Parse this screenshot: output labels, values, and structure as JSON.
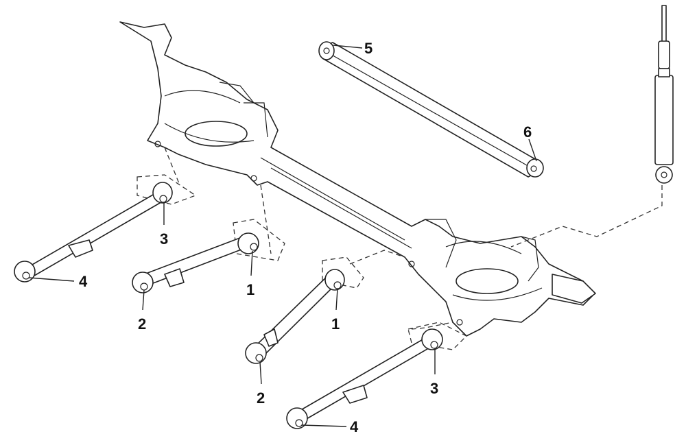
{
  "diagram": {
    "title": "Rear suspension parts",
    "callouts": [
      {
        "number": "5"
      },
      {
        "number": "6"
      },
      {
        "number": "3"
      },
      {
        "number": "4"
      },
      {
        "number": "1"
      },
      {
        "number": "2"
      },
      {
        "number": "1"
      },
      {
        "number": "2"
      },
      {
        "number": "3"
      },
      {
        "number": "4"
      }
    ]
  }
}
